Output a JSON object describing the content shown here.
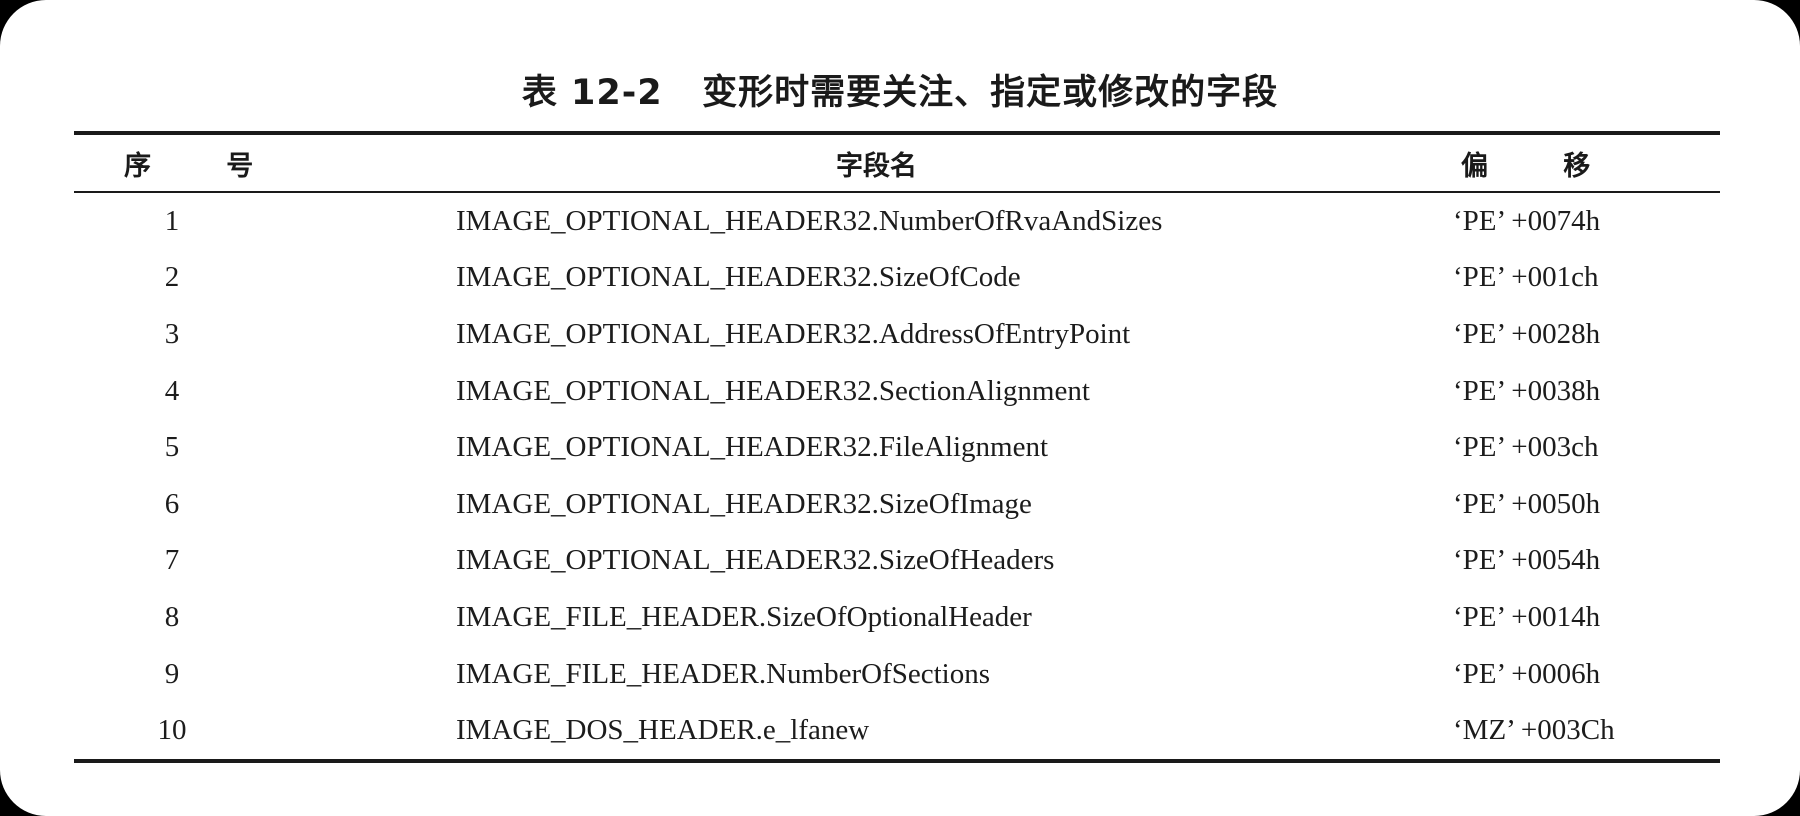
{
  "table": {
    "caption": "表 12-2   变形时需要关注、指定或修改的字段",
    "headers": {
      "no": "序        号",
      "field": "字段名",
      "offset": "偏        移"
    },
    "rows": [
      {
        "no": "1",
        "field": "IMAGE_OPTIONAL_HEADER32.NumberOfRvaAndSizes",
        "offset": "‘PE’ +0074h"
      },
      {
        "no": "2",
        "field": "IMAGE_OPTIONAL_HEADER32.SizeOfCode",
        "offset": "‘PE’ +001ch"
      },
      {
        "no": "3",
        "field": "IMAGE_OPTIONAL_HEADER32.AddressOfEntryPoint",
        "offset": "‘PE’ +0028h"
      },
      {
        "no": "4",
        "field": "IMAGE_OPTIONAL_HEADER32.SectionAlignment",
        "offset": "‘PE’ +0038h"
      },
      {
        "no": "5",
        "field": "IMAGE_OPTIONAL_HEADER32.FileAlignment",
        "offset": "‘PE’ +003ch"
      },
      {
        "no": "6",
        "field": "IMAGE_OPTIONAL_HEADER32.SizeOfImage",
        "offset": "‘PE’ +0050h"
      },
      {
        "no": "7",
        "field": "IMAGE_OPTIONAL_HEADER32.SizeOfHeaders",
        "offset": "‘PE’ +0054h"
      },
      {
        "no": "8",
        "field": "IMAGE_FILE_HEADER.SizeOfOptionalHeader",
        "offset": "‘PE’ +0014h"
      },
      {
        "no": "9",
        "field": "IMAGE_FILE_HEADER.NumberOfSections",
        "offset": "‘PE’ +0006h"
      },
      {
        "no": "10",
        "field": "IMAGE_DOS_HEADER.e_lfanew",
        "offset": "‘MZ’ +003Ch"
      }
    ]
  }
}
